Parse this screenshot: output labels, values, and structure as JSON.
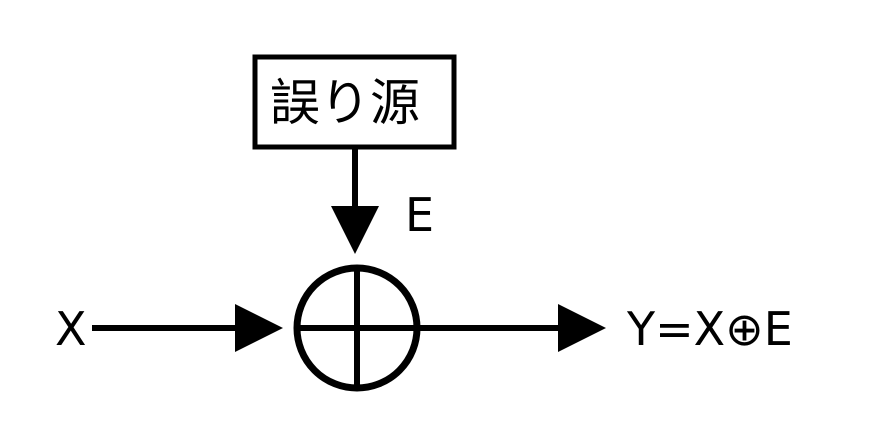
{
  "diagram": {
    "source_box_label": "誤り源",
    "error_label": "E",
    "input_label": "X",
    "output_label": "Y=X⊕E",
    "operator": "xor"
  }
}
